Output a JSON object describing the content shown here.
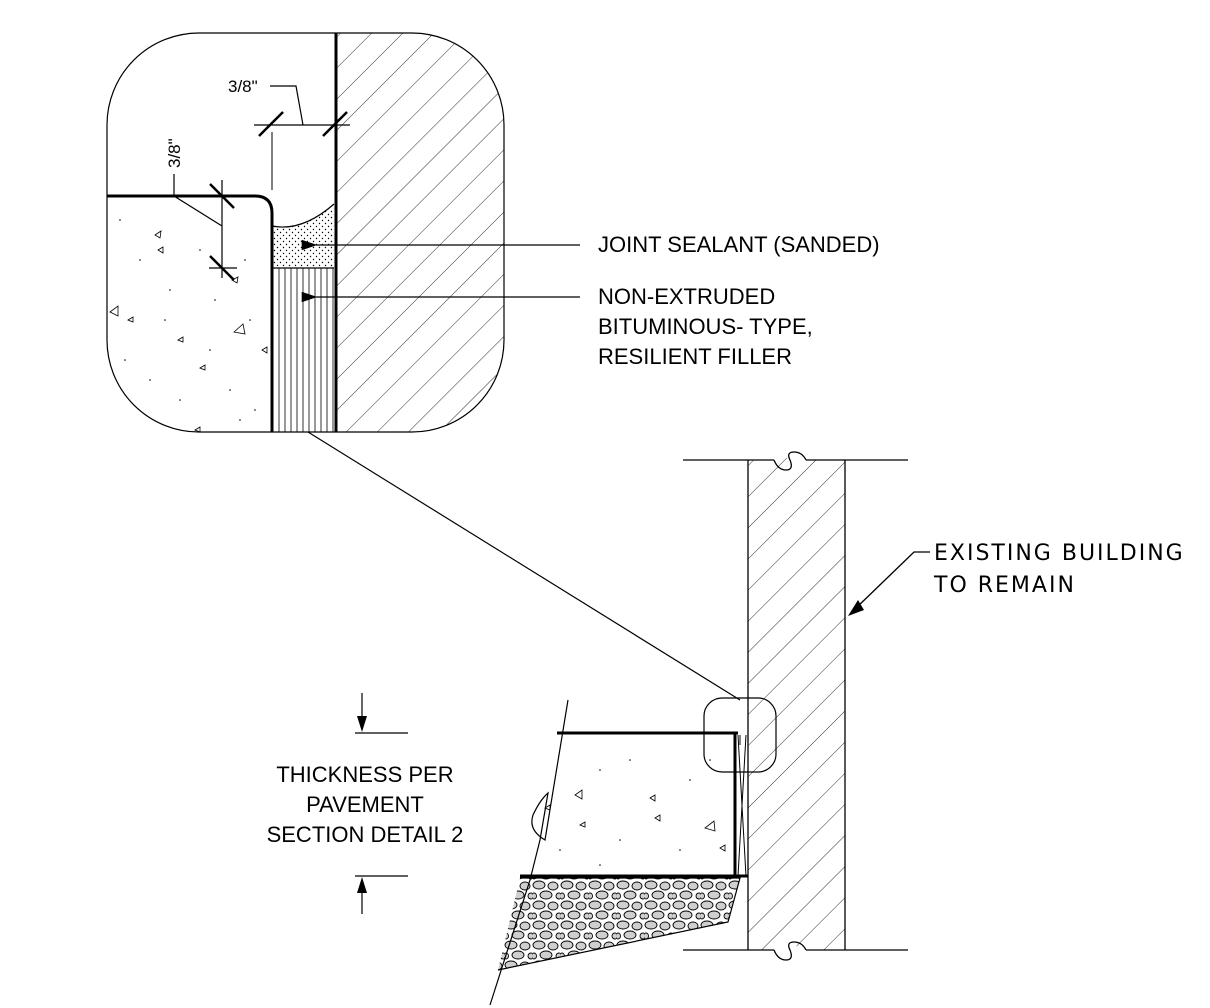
{
  "detail": {
    "dim_horizontal": "3/8\"",
    "dim_vertical": "3/8\"",
    "label_sealant": "JOINT SEALANT (SANDED)",
    "label_filler_lines": [
      "NON-EXTRUDED",
      "BITUMINOUS- TYPE,",
      "RESILIENT FILLER"
    ]
  },
  "section": {
    "building_lines": [
      "EXISTING BUILDING",
      "TO REMAIN"
    ],
    "thickness_lines": [
      "THICKNESS PER",
      "PAVEMENT",
      "SECTION DETAIL 2"
    ]
  }
}
